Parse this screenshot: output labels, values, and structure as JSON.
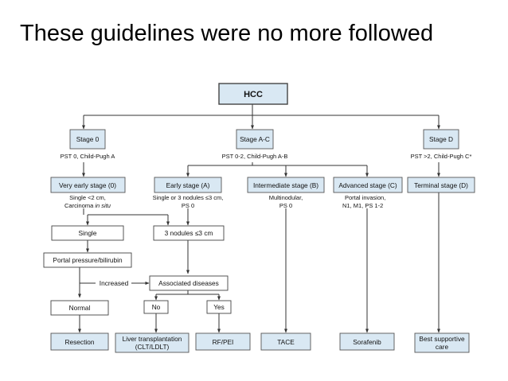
{
  "title": "These guidelines were no more followed",
  "diagram": {
    "root": "HCC",
    "stage0": {
      "label": "Stage 0",
      "criteria": "PST 0, Child-Pugh A"
    },
    "stageAC": {
      "label": "Stage A-C",
      "criteria": "PST 0-2, Child-Pugh A-B"
    },
    "stageD": {
      "label": "Stage D",
      "criteria": "PST >2, Child-Pugh C*"
    },
    "very_early": {
      "label": "Very early stage (0)",
      "note_line1": "Single <2 cm,",
      "note_line2_prefix": "Carcinoma ",
      "note_line2_italic": "in situ"
    },
    "early": {
      "label": "Early stage (A)",
      "note_line1": "Single or 3 nodules ≤3 cm,",
      "note_line2": "PS 0"
    },
    "intermediate": {
      "label": "Intermediate stage (B)",
      "note_line1": "Multinodular,",
      "note_line2": "PS 0"
    },
    "advanced": {
      "label": "Advanced stage (C)",
      "note_line1": "Portal invasion,",
      "note_line2": "N1, M1, PS 1-2"
    },
    "terminal": {
      "label": "Terminal stage (D)"
    },
    "single": "Single",
    "three_nodules": "3 nodules ≤3 cm",
    "portal_pressure": "Portal pressure/bilirubin",
    "increased": "Increased",
    "associated_diseases": "Associated diseases",
    "normal": "Normal",
    "no": "No",
    "yes": "Yes",
    "resection": "Resection",
    "liver_transplant_line1": "Liver transplantation",
    "liver_transplant_line2": "(CLT/LDLT)",
    "rf_pei": "RF/PEI",
    "tace": "TACE",
    "sorafenib": "Sorafenib",
    "bsc_line1": "Best supportive",
    "bsc_line2": "care"
  }
}
